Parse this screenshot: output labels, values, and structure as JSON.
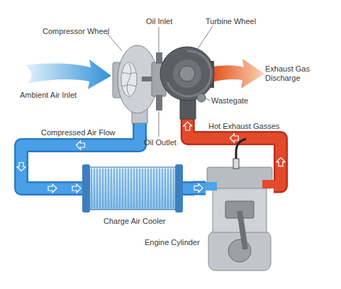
{
  "diagram": {
    "nodes": [
      {
        "text": [
          "Compressor Wheel"
        ]
      },
      {
        "text": [
          "Turbine Wheel"
        ]
      },
      {
        "text": [
          "Charge Air Cooler"
        ]
      },
      {
        "text": [
          "Engine Cylinder"
        ]
      }
    ],
    "edges": [
      {
        "from": 0,
        "to": 2,
        "arrow": "to",
        "label": "Compressed Air Flow"
      },
      {
        "from": 2,
        "to": 3,
        "arrow": "to"
      },
      {
        "from": 3,
        "to": 1,
        "arrow": "to",
        "label": "Hot Exhaust Gasses"
      }
    ],
    "labels": [
      "Oil Inlet",
      "Ambient Air Inlet",
      "Exhaust Gas Discharge",
      "Wastegate",
      "Oil Outlet"
    ]
  }
}
